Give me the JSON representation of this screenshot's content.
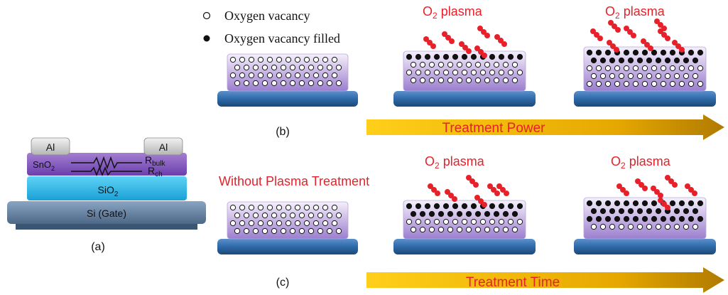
{
  "legend": {
    "vacancy": "Oxygen vacancy",
    "vacancy_filled": "Oxygen vacancy filled"
  },
  "device": {
    "contact_left": "Al",
    "contact_right": "Al",
    "channel_layer": "SnO",
    "channel_sub": "2",
    "r_bulk_main": "R",
    "r_bulk_sub": "bulk",
    "r_ch_main": "R",
    "r_ch_sub": "ch",
    "oxide_layer": "SiO",
    "oxide_sub": "2",
    "gate": "Si (Gate)",
    "panel_label": "(a)"
  },
  "panel_b": {
    "label": "(b)",
    "plasma_1": "O",
    "plasma_2": "O",
    "plasma_sub": "2",
    "plasma_word": " plasma",
    "arrow_label": "Treatment Power"
  },
  "panel_c": {
    "label": "(c)",
    "untreated": "Without Plasma Treatment",
    "plasma_1": "O",
    "plasma_2": "O",
    "plasma_sub": "2",
    "plasma_word": " plasma",
    "arrow_label": "Treatment Time"
  },
  "colors": {
    "plasma_red": "#e8202a",
    "arrow_gold": "#f0b400",
    "film_purple": "#b8a3d8",
    "substrate_blue": "#2f6aa8"
  }
}
